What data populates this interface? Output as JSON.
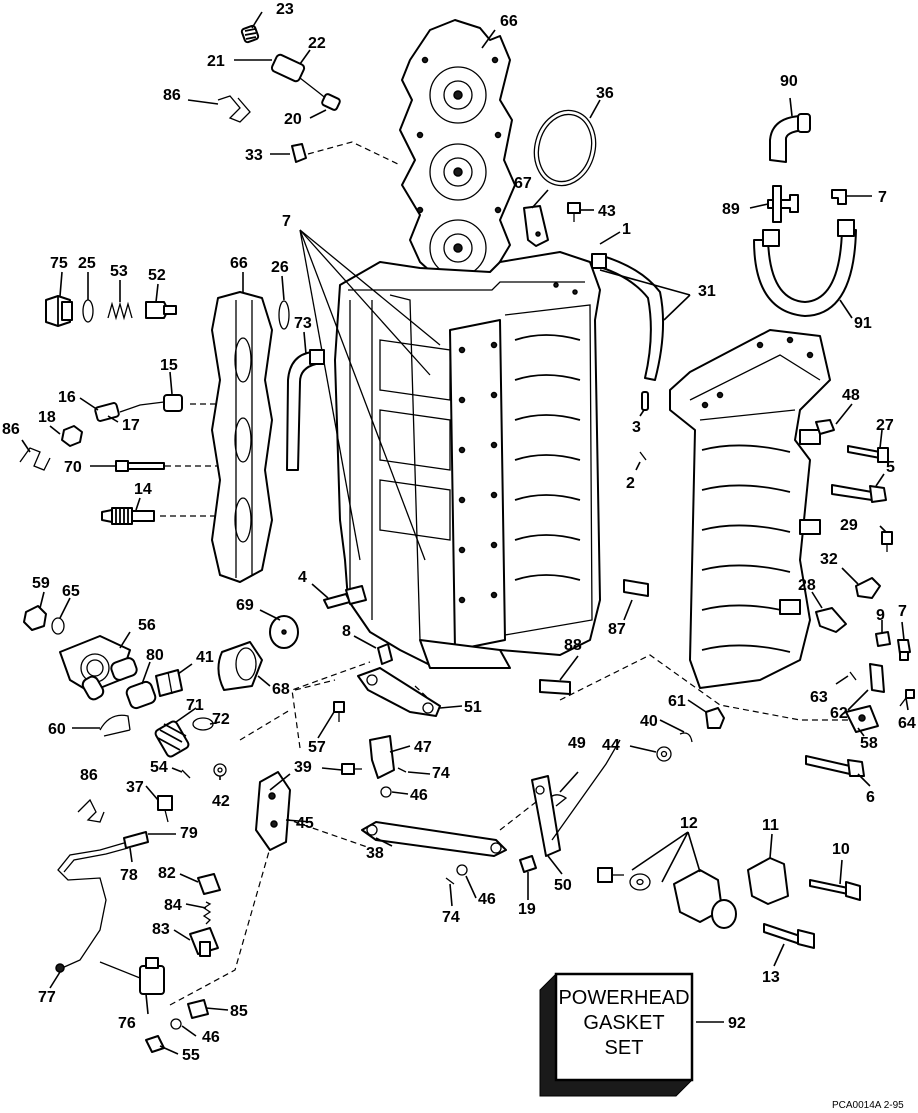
{
  "labels": {
    "l23": "23",
    "l66a": "66",
    "l22": "22",
    "l21": "21",
    "l86a": "86",
    "l20": "20",
    "l36": "36",
    "l90": "90",
    "l33": "33",
    "l67": "67",
    "l43": "43",
    "l7a": "7",
    "l89": "89",
    "l7b": "7",
    "l1": "1",
    "l75": "75",
    "l25": "25",
    "l53": "53",
    "l52": "52",
    "l66b": "66",
    "l26": "26",
    "l31": "31",
    "l73": "73",
    "l91": "91",
    "l15": "15",
    "l16": "16",
    "l17": "17",
    "l48": "48",
    "l3": "3",
    "l86b": "86",
    "l18": "18",
    "l27": "27",
    "l70": "70",
    "l2": "2",
    "l5": "5",
    "l14": "14",
    "l29": "29",
    "l32": "32",
    "l4": "4",
    "l59": "59",
    "l65": "65",
    "l28": "28",
    "l69": "69",
    "l87": "87",
    "l9": "9",
    "l7c": "7",
    "l56": "56",
    "l8": "8",
    "l88": "88",
    "l80": "80",
    "l41": "41",
    "l68": "68",
    "l63": "63",
    "l62": "62",
    "l60": "60",
    "l71": "71",
    "l51": "51",
    "l61": "61",
    "l64": "64",
    "l40": "40",
    "l72": "72",
    "l57": "57",
    "l47": "47",
    "l49": "49",
    "l44": "44",
    "l54": "54",
    "l58": "58",
    "l86c": "86",
    "l37": "37",
    "l42": "42",
    "l39": "39",
    "l74a": "74",
    "l46a": "46",
    "l6": "6",
    "l45": "45",
    "l79": "79",
    "l12": "12",
    "l11": "11",
    "l38": "38",
    "l10": "10",
    "l78": "78",
    "l82": "82",
    "l50": "50",
    "l19": "19",
    "l74b": "74",
    "l46b": "46",
    "l84": "84",
    "l83": "83",
    "l13": "13",
    "l77": "77",
    "l85": "85",
    "l76": "76",
    "l46c": "46",
    "l55": "55",
    "l92": "92"
  },
  "gasket_box": {
    "line1": "POWERHEAD",
    "line2": "GASKET",
    "line3": "SET"
  },
  "figure_code": "PCA0014A   2-95"
}
